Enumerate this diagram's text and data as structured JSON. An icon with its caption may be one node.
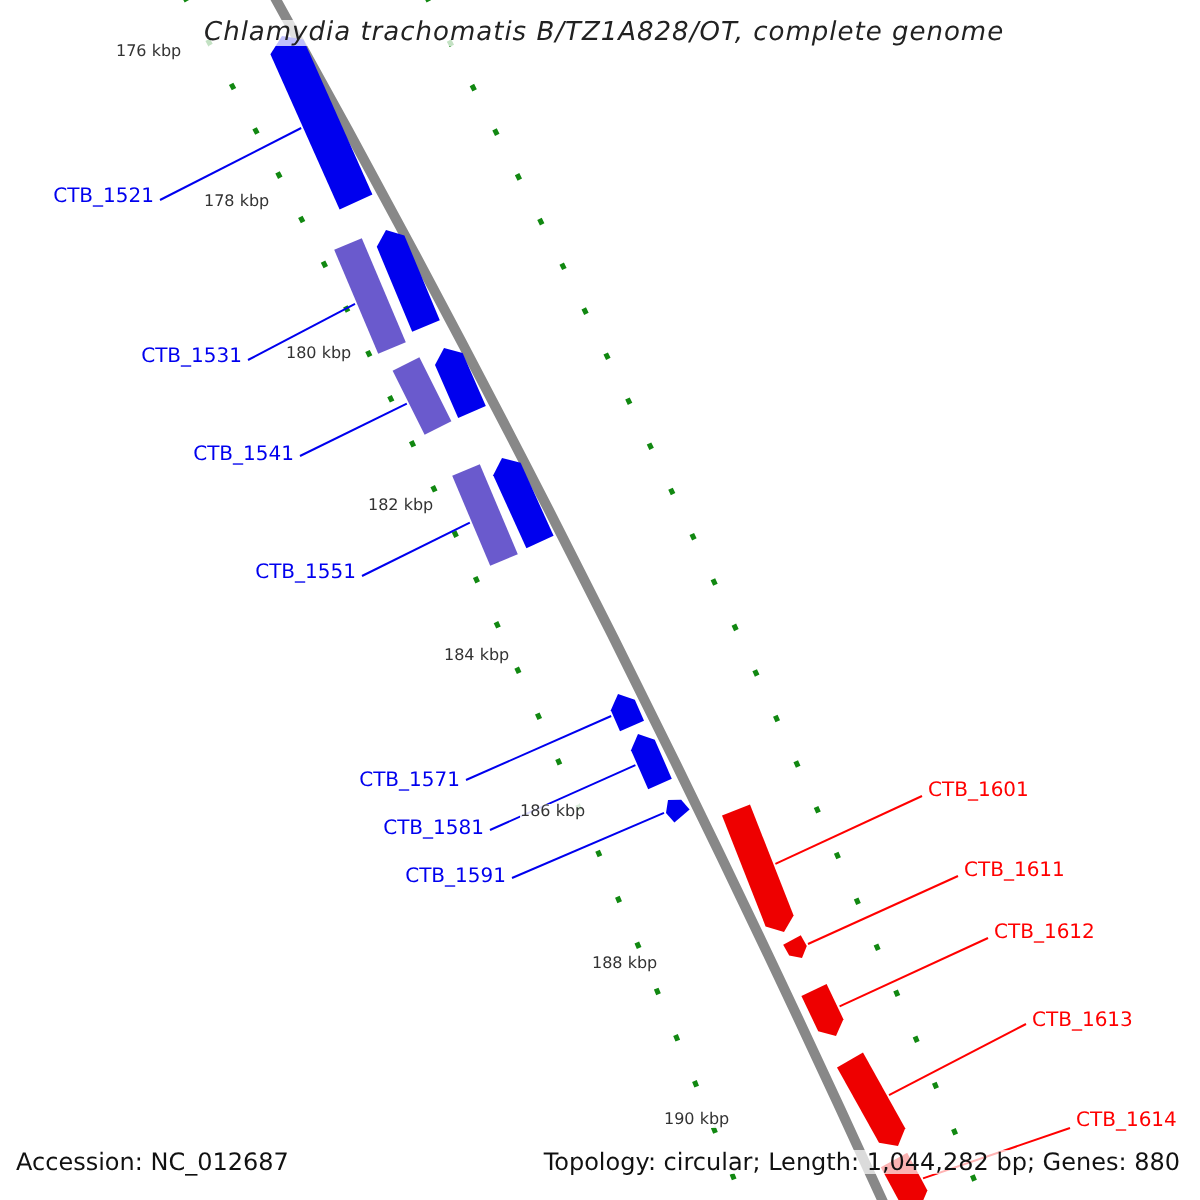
{
  "diagram": {
    "title": "Chlamydia trachomatis B/TZ1A828/OT, complete genome",
    "nodes": [
      {
        "text": [
          "CTB_1521"
        ]
      },
      {
        "text": [
          "CTB_1531"
        ]
      },
      {
        "text": [
          "CTB_1541"
        ]
      },
      {
        "text": [
          "CTB_1551"
        ]
      },
      {
        "text": [
          "CTB_1571"
        ]
      },
      {
        "text": [
          "CTB_1581"
        ]
      },
      {
        "text": [
          "CTB_1591"
        ]
      },
      {
        "text": [
          "CTB_1601"
        ]
      },
      {
        "text": [
          "CTB_1611"
        ]
      },
      {
        "text": [
          "CTB_1612"
        ]
      },
      {
        "text": [
          "CTB_1613"
        ]
      },
      {
        "text": [
          "CTB_1614"
        ]
      },
      {
        "text": [],
        "shape": "bar"
      },
      {
        "text": [],
        "shape": "bar"
      },
      {
        "text": [],
        "shape": "bar"
      },
      {
        "text": [],
        "shape": "bar"
      },
      {
        "text": [],
        "shape": "bar"
      },
      {
        "text": [],
        "shape": "bar"
      },
      {
        "text": [],
        "shape": "bar"
      },
      {
        "text": [],
        "shape": "bar"
      },
      {
        "text": [],
        "shape": "bar"
      },
      {
        "text": [],
        "shape": "bar"
      },
      {
        "text": [],
        "shape": "bar"
      },
      {
        "text": [],
        "shape": "bar"
      },
      {
        "text": [],
        "shape": "bar"
      },
      {
        "text": [],
        "shape": "bar"
      },
      {
        "text": [],
        "shape": "bar"
      }
    ],
    "edges": [
      {
        "from": 0,
        "to": 12,
        "arrow": "none"
      },
      {
        "from": 1,
        "to": 14,
        "arrow": "none"
      },
      {
        "from": 2,
        "to": 16,
        "arrow": "none"
      },
      {
        "from": 3,
        "to": 18,
        "arrow": "none"
      },
      {
        "from": 4,
        "to": 19,
        "arrow": "none"
      },
      {
        "from": 5,
        "to": 20,
        "arrow": "none"
      },
      {
        "from": 6,
        "to": 21,
        "arrow": "none"
      },
      {
        "from": 7,
        "to": 22,
        "arrow": "none",
        "color": "#ff0000"
      },
      {
        "from": 8,
        "to": 23,
        "arrow": "none",
        "color": "#ff0000"
      },
      {
        "from": 9,
        "to": 24,
        "arrow": "none",
        "color": "#ff0000"
      },
      {
        "from": 10,
        "to": 25,
        "arrow": "none",
        "color": "#ff0000"
      },
      {
        "from": 11,
        "to": 26,
        "arrow": "none",
        "color": "#ff0000"
      }
    ],
    "labels": [
      "176 kbp",
      "178 kbp",
      "180 kbp",
      "182 kbp",
      "184 kbp",
      "186 kbp",
      "188 kbp",
      "190 kbp",
      "Accession: NC_012687",
      "Topology: circular; Length: 1,044,282 bp; Genes: 880"
    ]
  }
}
